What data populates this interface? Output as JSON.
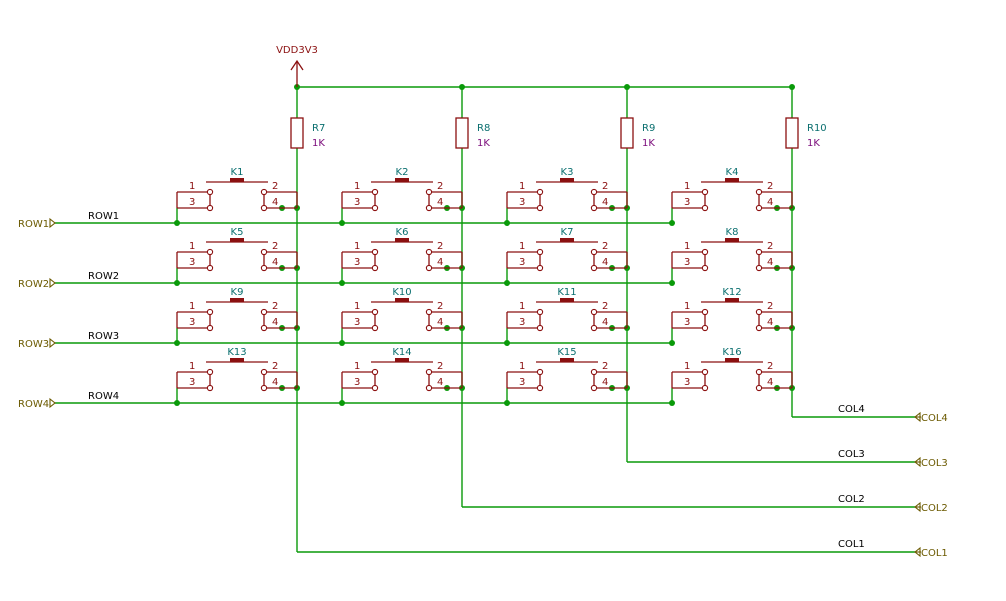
{
  "colors": {
    "wire": "#0a9a0a",
    "part": "#8b1010",
    "reference": "#0a6f6f",
    "value": "#7a0a7a",
    "port": "#6b5a00",
    "net_label": "#000000"
  },
  "power": {
    "label": "VDD3V3"
  },
  "resistors": [
    {
      "ref": "R7",
      "value": "1K"
    },
    {
      "ref": "R8",
      "value": "1K"
    },
    {
      "ref": "R9",
      "value": "1K"
    },
    {
      "ref": "R10",
      "value": "1K"
    }
  ],
  "switches": [
    [
      "K1",
      "K2",
      "K3",
      "K4"
    ],
    [
      "K5",
      "K6",
      "K7",
      "K8"
    ],
    [
      "K9",
      "K10",
      "K11",
      "K12"
    ],
    [
      "K13",
      "K14",
      "K15",
      "K16"
    ]
  ],
  "switch_pins": [
    "1",
    "2",
    "3",
    "4"
  ],
  "rows": [
    {
      "port": "ROW1",
      "net": "ROW1"
    },
    {
      "port": "ROW2",
      "net": "ROW2"
    },
    {
      "port": "ROW3",
      "net": "ROW3"
    },
    {
      "port": "ROW4",
      "net": "ROW4"
    }
  ],
  "cols": [
    {
      "port": "COL1",
      "net": "COL1"
    },
    {
      "port": "COL2",
      "net": "COL2"
    },
    {
      "port": "COL3",
      "net": "COL3"
    },
    {
      "port": "COL4",
      "net": "COL4"
    }
  ]
}
